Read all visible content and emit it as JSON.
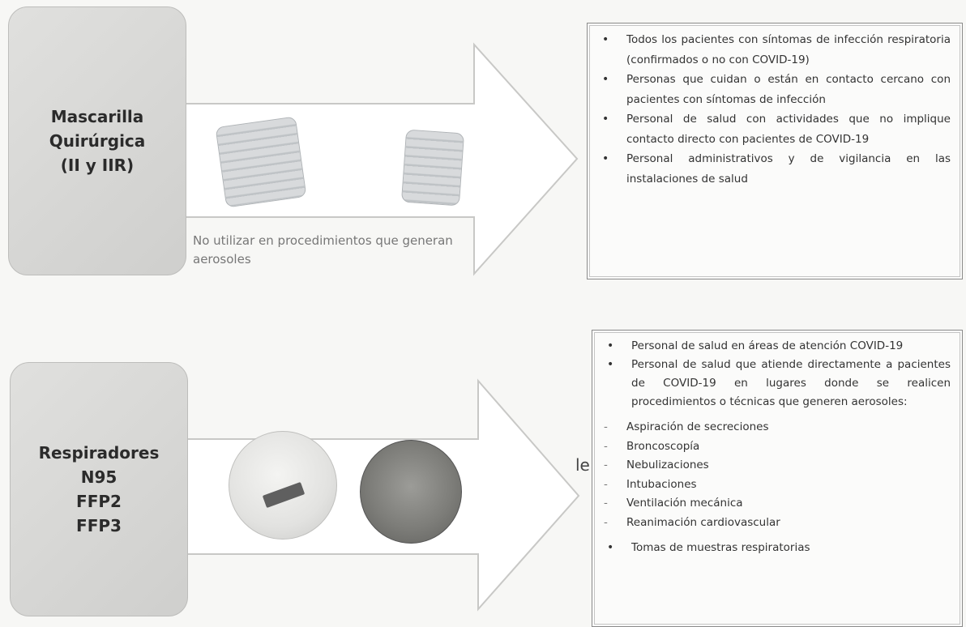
{
  "row1": {
    "label_lines": [
      "Mascarilla",
      "Quirúrgica",
      "(II y IIR)"
    ],
    "note": "No utilizar en procedimientos que generan aerosoles",
    "images": [
      "surgical-mask-image",
      "surgical-mask-worn-image"
    ],
    "panel_items": [
      "Todos los pacientes con síntomas de infección respiratoria (confirmados o no con COVID-19)",
      "Personas que cuidan o están en contacto cercano con pacientes con síntomas de infección",
      "Personal de salud con actividades que no implique contacto directo con pacientes de COVID-19",
      "Personal administrativos y de vigilancia en las instalaciones de salud"
    ]
  },
  "row2": {
    "label_lines": [
      "Respiradores",
      "N95",
      "FFP2",
      "FFP3"
    ],
    "stray_text": "le",
    "images": [
      "n95-respirator-image",
      "ffp-respirator-image"
    ],
    "panel_items": [
      "Personal de salud en áreas de atención COVID-19",
      "Personal de salud que atiende directamente a pacientes de COVID-19 en lugares donde se realicen procedimientos o técnicas que generen aerosoles:"
    ],
    "sub_items": [
      "Aspiración de secreciones",
      "Broncoscopía",
      "Nebulizaciones",
      "Intubaciones",
      "Ventilación mecánica",
      "Reanimación cardiovascular"
    ],
    "last_item": "Tomas de muestras respiratorias"
  },
  "colors": {
    "label_box": "#d6d6d4",
    "arrow_fill": "#ffffff",
    "arrow_stroke": "#c8c8c6",
    "panel_border": "#8a8a8a"
  }
}
